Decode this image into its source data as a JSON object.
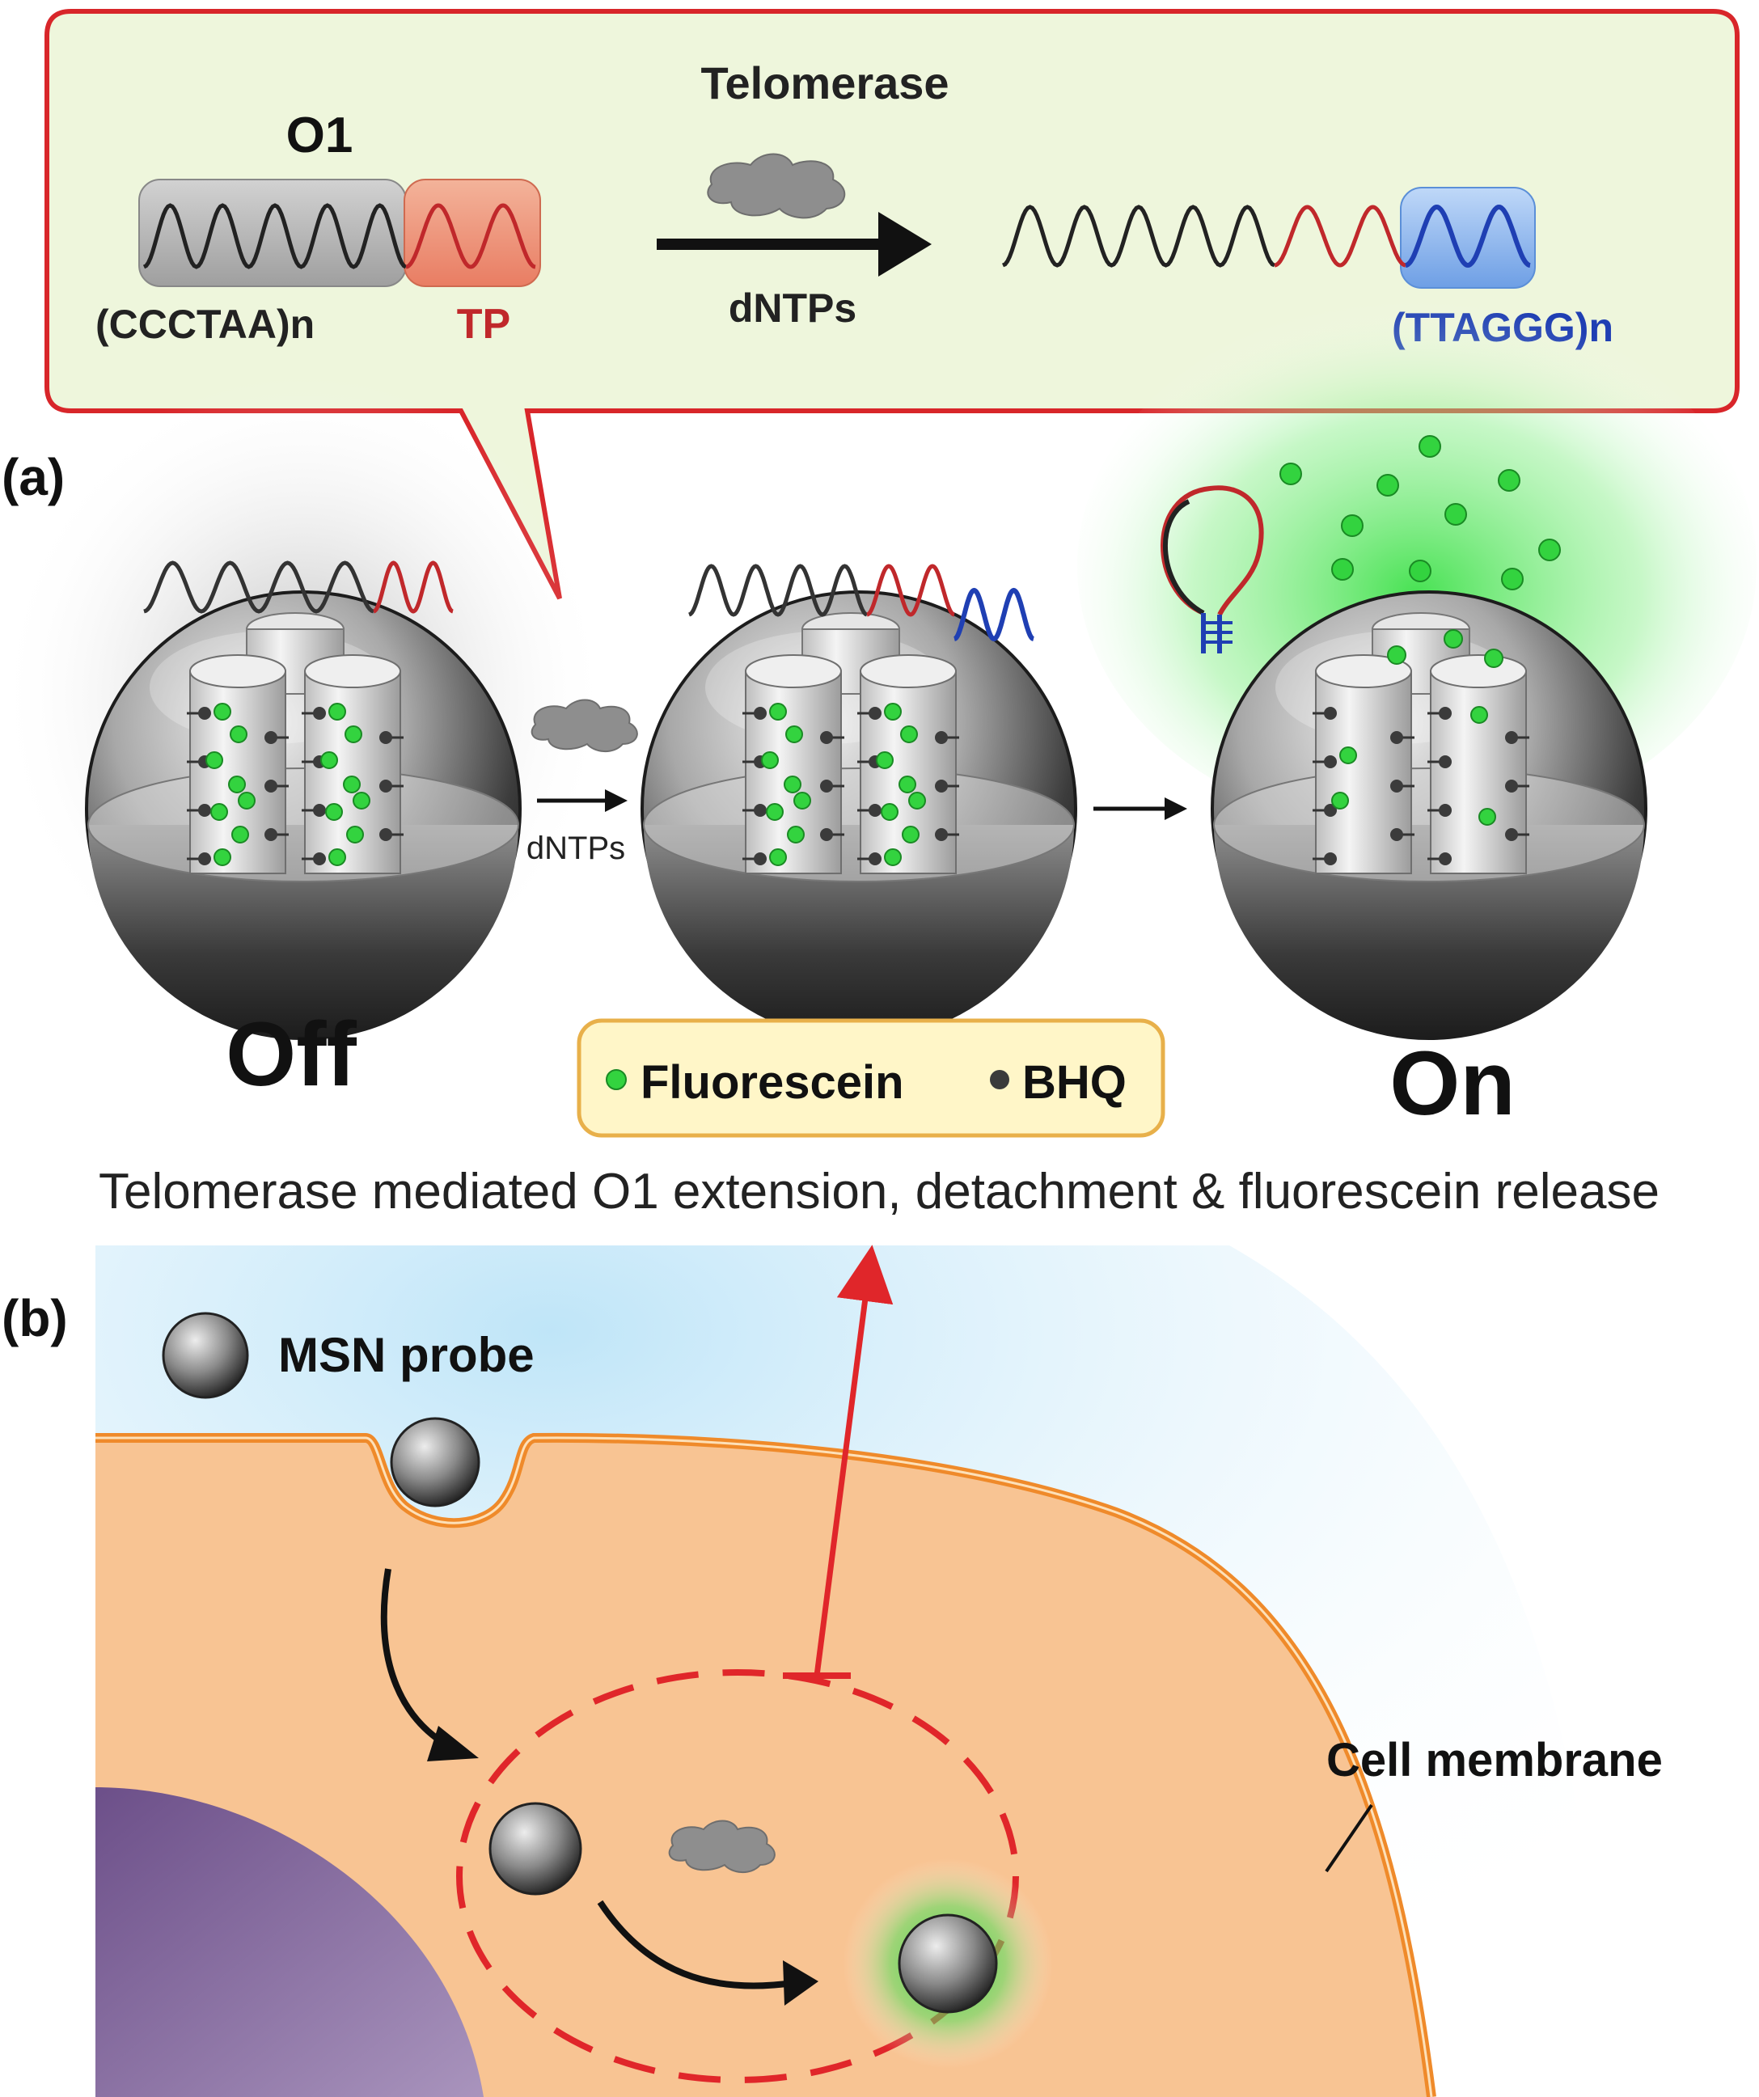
{
  "top_panel": {
    "strand_name": "O1",
    "enzyme": "Telomerase",
    "cofactor": "dNTPs",
    "repeat_left": "(CCCTAA)n",
    "primer": "TP",
    "repeat_product": "(TTAGGG)n"
  },
  "panel_a": {
    "label": "(a)",
    "cofactor": "dNTPs",
    "state_off": "Off",
    "state_on": "On",
    "legend": {
      "dye": "Fluorescein",
      "quencher": "BHQ"
    },
    "caption": "Telomerase mediated O1 extension, detachment & fluorescein release"
  },
  "panel_b": {
    "label": "(b)",
    "probe": "MSN probe",
    "membrane": "Cell membrane"
  },
  "colors": {
    "callout_border": "#d8262a",
    "callout_fill": "#eef6dc",
    "strand_black": "#222222",
    "strand_red": "#c0282b",
    "strand_blue": "#1f3fb3",
    "fluorescein": "#33d33f",
    "bhq": "#3b3b3b",
    "legend_fill": "#fff6c8",
    "legend_border": "#e8b04a",
    "cytoplasm": "#f8c493",
    "membrane": "#ef8a2a",
    "nucleus": "#7d5e97",
    "outside": "#a9dcf4",
    "endosome": "#e0262a"
  }
}
